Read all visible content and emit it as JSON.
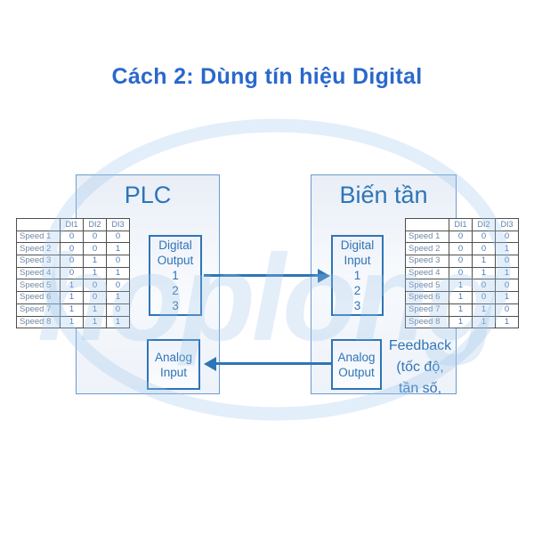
{
  "title": {
    "text": "Cách 2: Dùng tín hiệu Digital"
  },
  "watermark": {
    "text": "hoplong"
  },
  "plc": {
    "label": "PLC",
    "digital_output": {
      "text": "Digital\nOutput\n1\n2\n3"
    },
    "analog_input": {
      "text": "Analog\nInput"
    }
  },
  "inverter": {
    "label": "Biến tần",
    "digital_input": {
      "text": "Digital\nInput\n1\n2\n3"
    },
    "analog_output": {
      "text": "Analog\nOutput"
    }
  },
  "feedback": {
    "text": "Feedback\n(tốc độ,\ntần số,"
  },
  "tables": {
    "headers": [
      "",
      "DI1",
      "DI2",
      "DI3"
    ],
    "rows": [
      {
        "label": "Speed 1",
        "values": [
          "0",
          "0",
          "0"
        ]
      },
      {
        "label": "Speed 2",
        "values": [
          "0",
          "0",
          "1"
        ]
      },
      {
        "label": "Speed 3",
        "values": [
          "0",
          "1",
          "0"
        ]
      },
      {
        "label": "Speed 4",
        "values": [
          "0",
          "1",
          "1"
        ]
      },
      {
        "label": "Speed 5",
        "values": [
          "1",
          "0",
          "0"
        ]
      },
      {
        "label": "Speed 6",
        "values": [
          "1",
          "0",
          "1"
        ]
      },
      {
        "label": "Speed 7",
        "values": [
          "1",
          "1",
          "0"
        ]
      },
      {
        "label": "Speed 8",
        "values": [
          "1",
          "1",
          "1"
        ]
      }
    ]
  },
  "colors": {
    "title_blue": "#2a68cc",
    "diagram_blue": "#2e75b6",
    "outer_box_border": "#6b9bd2",
    "table_border": "#4f4f4f",
    "table_header_text": "#5b80a8",
    "table_label_text": "#7289a3",
    "table_value_text": "#4a7ab5",
    "watermark_blue": "#9fc6ea"
  }
}
